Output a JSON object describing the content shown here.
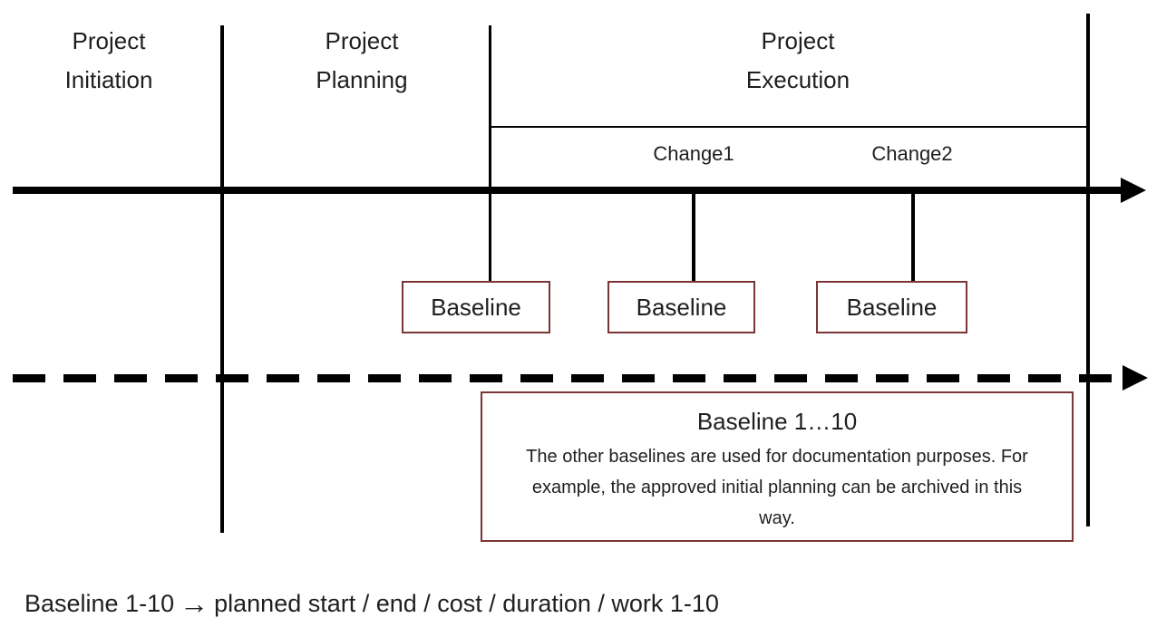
{
  "diagram": {
    "phases": [
      {
        "line1": "Project",
        "line2": "Initiation"
      },
      {
        "line1": "Project",
        "line2": "Planning"
      },
      {
        "line1": "Project",
        "line2": "Execution"
      }
    ],
    "changes": [
      {
        "label": "Change1"
      },
      {
        "label": "Change2"
      }
    ],
    "baselines": [
      {
        "label": "Baseline"
      },
      {
        "label": "Baseline"
      },
      {
        "label": "Baseline"
      }
    ],
    "note": {
      "title": "Baseline 1…10",
      "body": "The other baselines are used for documentation purposes. For example, the approved initial planning can be archived in this way."
    },
    "footer": {
      "prefix": "Baseline 1-10",
      "arrow": "→",
      "suffix": "planned start / end / cost / duration / work 1-10"
    },
    "colors": {
      "line": "#000000",
      "box_border": "#7b3535"
    }
  }
}
